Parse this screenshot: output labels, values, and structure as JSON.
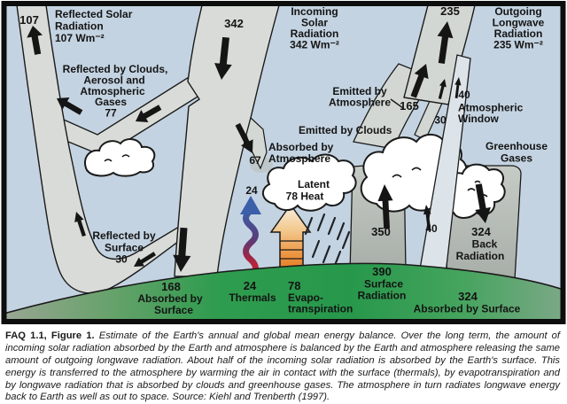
{
  "colors": {
    "sky": "#c4d3e1",
    "band_light": "#d8dbd7",
    "band_gray_top": "#c6cbc5",
    "band_gray_bottom": "#a7ada7",
    "window_band": "#dde4e9",
    "ground_green": "#2f9c4e",
    "arrow_black": "#151515",
    "thermal_blue": "#3b5fa9",
    "thermal_red": "#d6252b",
    "evapo_orange": "#e4731c"
  },
  "top": {
    "reflected": {
      "num": "107",
      "lines": [
        "Reflected Solar",
        "Radiation",
        "107 Wm⁻²"
      ]
    },
    "incoming": {
      "num": "342",
      "lines": [
        "Incoming",
        "Solar",
        "Radiation",
        "342 Wm⁻²"
      ]
    },
    "outgoing": {
      "num": "235",
      "lines": [
        "Outgoing",
        "Longwave",
        "Radiation",
        "235 Wm⁻²"
      ]
    }
  },
  "atmosphere": {
    "reflected_by_clouds": {
      "lines": [
        "Reflected by Clouds,",
        "Aerosol and",
        "Atmospheric",
        "Gases"
      ],
      "num": "77"
    },
    "emitted_by_atmosphere": {
      "lines": [
        "Emitted by",
        "Atmosphere"
      ],
      "num": "165"
    },
    "emitted_by_clouds": {
      "label": "Emitted by Clouds",
      "num": "30"
    },
    "atmospheric_window": {
      "num": "40",
      "lines": [
        "Atmospheric",
        "Window"
      ]
    },
    "absorbed_by_atmosphere": {
      "num": "67",
      "lines": [
        "Absorbed by",
        "Atmosphere"
      ]
    },
    "greenhouse_gases": {
      "lines": [
        "Greenhouse",
        "Gases"
      ]
    },
    "latent_heat": {
      "lines": [
        "Latent",
        "78 Heat"
      ]
    },
    "thermals_rising_num": "24",
    "back_radiation": {
      "num": "324",
      "lines": [
        "Back",
        "Radiation"
      ]
    },
    "surface_to_atmosphere_num": "350",
    "window_from_surface_num": "40"
  },
  "surface": {
    "reflected_by_surface": {
      "lines": [
        "Reflected by",
        "Surface"
      ],
      "num": "30"
    },
    "absorbed_left": {
      "num": "168",
      "lines": [
        "Absorbed by",
        "Surface"
      ]
    },
    "thermals": {
      "num": "24",
      "label": "Thermals"
    },
    "evapotranspiration": {
      "num": "78",
      "lines": [
        "Evapo-",
        "transpiration"
      ]
    },
    "surface_radiation": {
      "num": "390",
      "lines": [
        "Surface",
        "Radiation"
      ]
    },
    "absorbed_right": {
      "num": "324",
      "label": "Absorbed by Surface"
    }
  },
  "caption": {
    "prefix": "FAQ 1.1, Figure 1.",
    "body": "Estimate of the Earth's annual and global mean energy balance. Over the long term, the amount of incoming solar radiation absorbed by the Earth and atmosphere is balanced by the Earth and atmosphere releasing the same amount of outgoing longwave radiation. About half of the incoming solar radiation is absorbed by the Earth's surface. This energy is transferred to the atmosphere by warming the air in contact with the surface (thermals), by evapotranspiration and by longwave radiation that is absorbed by clouds and greenhouse gases. The atmosphere in turn radiates longwave energy back to Earth as well as out to space. Source: Kiehl and Trenberth (1997)."
  }
}
